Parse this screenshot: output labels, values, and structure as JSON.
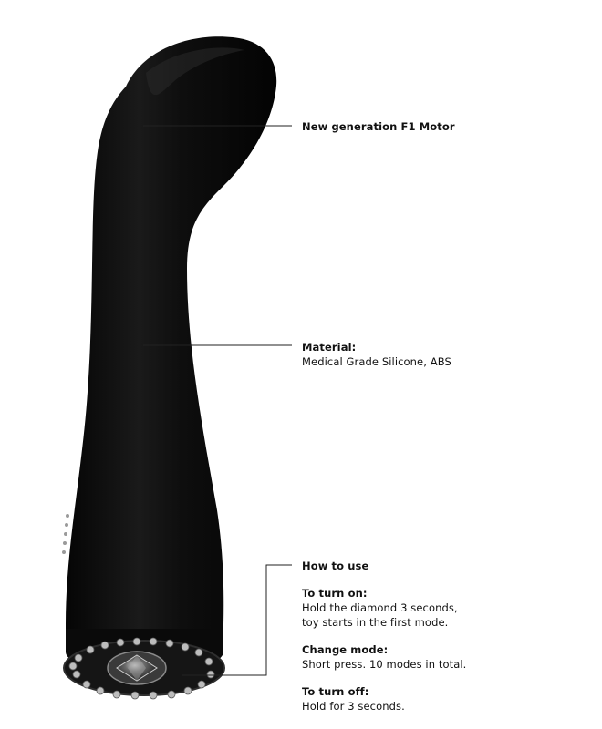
{
  "callouts": {
    "motor": {
      "heading": "New generation F1 Motor"
    },
    "material": {
      "heading": "Material:",
      "text": "Medical Grade Silicone, ABS"
    },
    "how_to_use": {
      "heading": "How to use",
      "turn_on": {
        "heading": "To turn on:",
        "line1": "Hold the diamond 3 seconds,",
        "line2": "toy starts in the first mode."
      },
      "change_mode": {
        "heading": "Change mode:",
        "text": "Short press. 10 modes in total."
      },
      "turn_off": {
        "heading": "To turn off:",
        "text": "Hold for 3 seconds."
      }
    }
  },
  "colors": {
    "product": "#0c0c0c",
    "text": "#111111",
    "lines": "#222222"
  }
}
